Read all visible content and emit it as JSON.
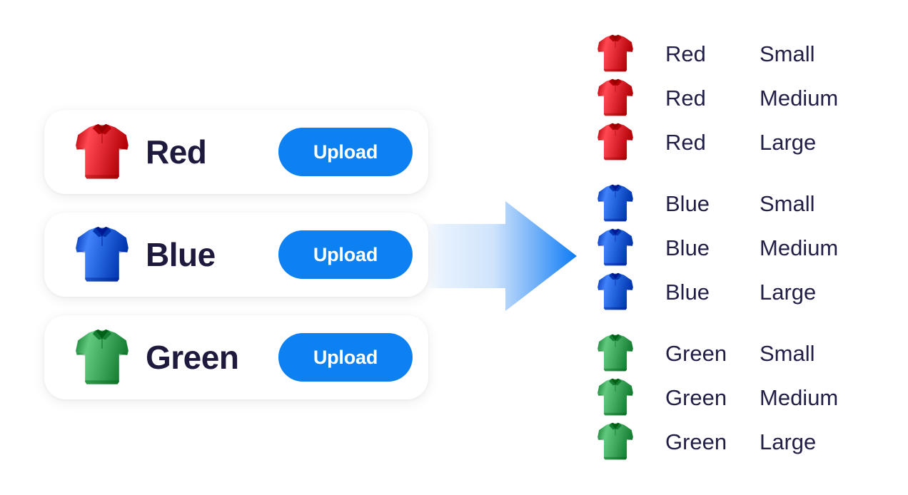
{
  "palette": {
    "background": "#ffffff",
    "card_background": "#ffffff",
    "button_blue": "#0d80f2",
    "button_text": "#ffffff",
    "heading_text": "#1d1a3d",
    "list_text": "#221f47",
    "arrow_gradient_start": "#ffffff",
    "arrow_gradient_end": "#0d7bf5",
    "shirt_red": "#dd2630",
    "shirt_blue": "#1f5fd8",
    "shirt_green": "#3ea75c"
  },
  "upload_section": {
    "cards": [
      {
        "color_label": "Red",
        "color_hex": "#dd2630",
        "thumb_icon": "polo-shirt-icon",
        "button_label": "Upload"
      },
      {
        "color_label": "Blue",
        "color_hex": "#1f5fd8",
        "thumb_icon": "polo-shirt-icon",
        "button_label": "Upload"
      },
      {
        "color_label": "Green",
        "color_hex": "#3ea75c",
        "thumb_icon": "polo-shirt-icon",
        "button_label": "Upload"
      }
    ]
  },
  "arrow": {
    "icon": "right-arrow-icon",
    "direction": "right"
  },
  "variant_section": {
    "groups": [
      {
        "color_hex": "#dd2630",
        "rows": [
          {
            "thumb_icon": "polo-shirt-icon",
            "color": "Red",
            "size": "Small"
          },
          {
            "thumb_icon": "polo-shirt-icon",
            "color": "Red",
            "size": "Medium"
          },
          {
            "thumb_icon": "polo-shirt-icon",
            "color": "Red",
            "size": "Large"
          }
        ]
      },
      {
        "color_hex": "#1f5fd8",
        "rows": [
          {
            "thumb_icon": "polo-shirt-icon",
            "color": "Blue",
            "size": "Small"
          },
          {
            "thumb_icon": "polo-shirt-icon",
            "color": "Blue",
            "size": "Medium"
          },
          {
            "thumb_icon": "polo-shirt-icon",
            "color": "Blue",
            "size": "Large"
          }
        ]
      },
      {
        "color_hex": "#3ea75c",
        "rows": [
          {
            "thumb_icon": "polo-shirt-icon",
            "color": "Green",
            "size": "Small"
          },
          {
            "thumb_icon": "polo-shirt-icon",
            "color": "Green",
            "size": "Medium"
          },
          {
            "thumb_icon": "polo-shirt-icon",
            "color": "Green",
            "size": "Large"
          }
        ]
      }
    ]
  }
}
